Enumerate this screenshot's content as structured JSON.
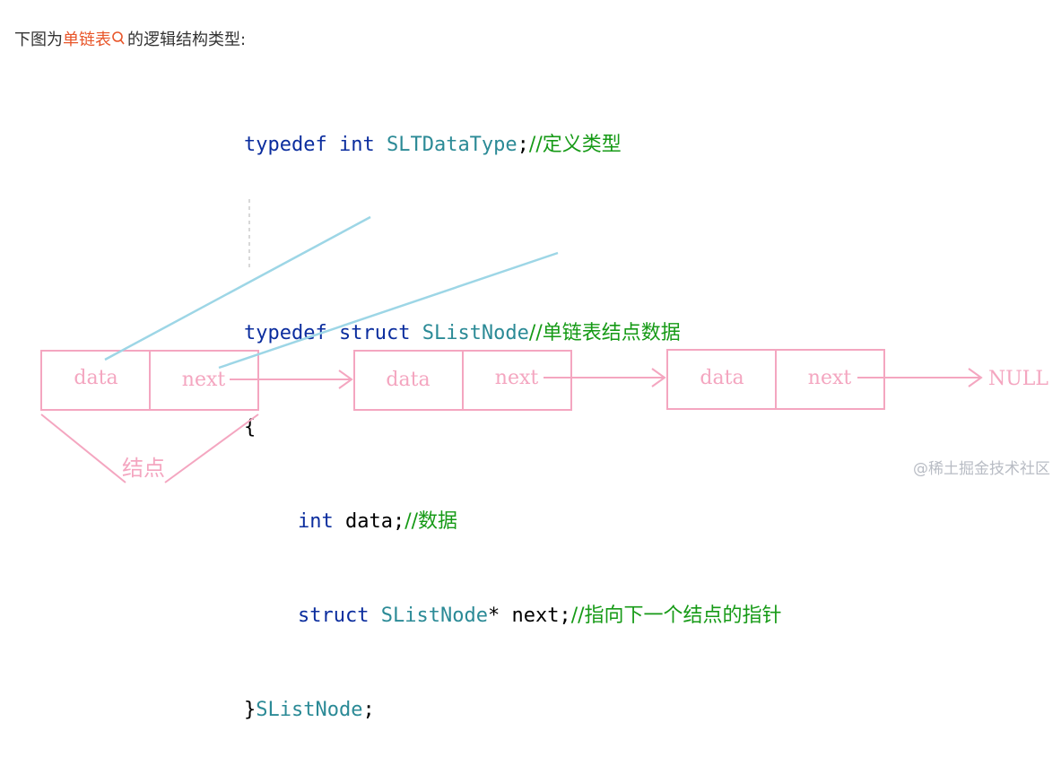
{
  "intro": {
    "prefix": "下图为",
    "link": "单链表",
    "suffix": "的逻辑结构类型:"
  },
  "code": {
    "line1": {
      "kw1": "typedef",
      "kw2": "int",
      "type": "SLTDataType",
      "punct": ";",
      "comment": "//定义类型"
    },
    "line2": {
      "kw1": "typedef",
      "kw2": "struct",
      "type": "SListNode",
      "comment": "//单链表结点数据"
    },
    "line3": {
      "brace": "{"
    },
    "line4": {
      "kw": "int",
      "name": "data;",
      "comment": "//数据"
    },
    "line5": {
      "kw": "struct",
      "type": "SListNode",
      "star": "*",
      "name": "next;",
      "comment": "//指向下一个结点的指针"
    },
    "line6": {
      "brace": "}",
      "type": "SListNode",
      "punct": ";"
    }
  },
  "diagram": {
    "field_data": "data",
    "field_next": "next",
    "null_label": "NULL",
    "node_label": "结点",
    "color": "#f4a6c0",
    "pointer_color": "#9dd6e6"
  },
  "watermark": "@稀土掘金技术社区"
}
